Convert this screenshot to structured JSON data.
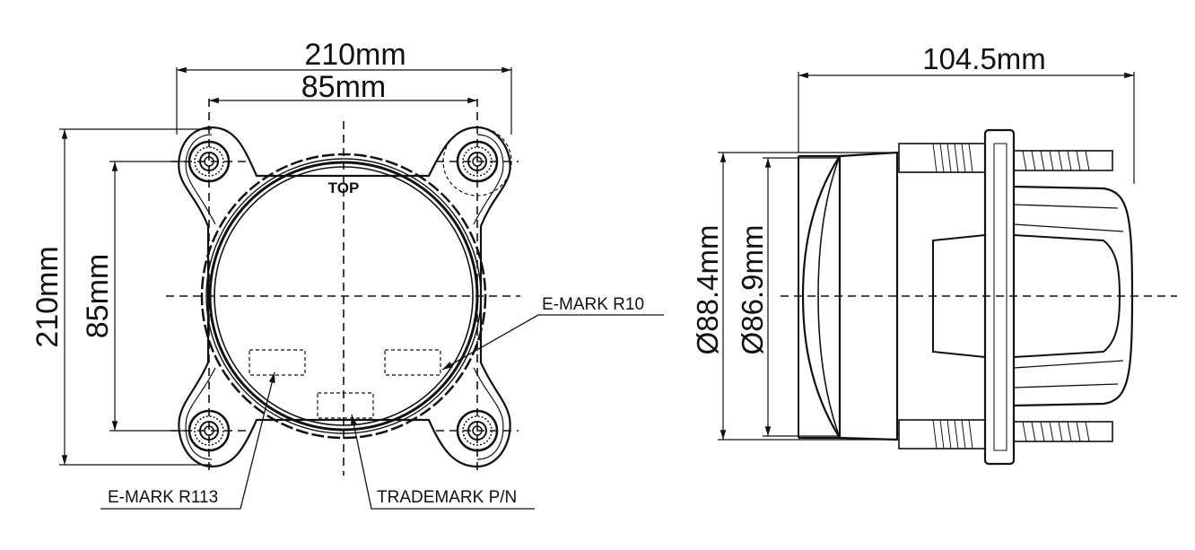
{
  "front_view": {
    "width_overall": "210mm",
    "width_holes": "85mm",
    "height_overall": "210mm",
    "height_holes": "85mm",
    "top_mark": "TOP",
    "label_emark_r10": "E-MARK R10",
    "label_emark_r113": "E-MARK R113",
    "label_trademark": "TRADEMARK P/N"
  },
  "side_view": {
    "depth": "104.5mm",
    "dia_outer": "Ø88.4mm",
    "dia_inner": "Ø86.9mm"
  },
  "colors": {
    "line": "#111111",
    "background": "#ffffff"
  }
}
